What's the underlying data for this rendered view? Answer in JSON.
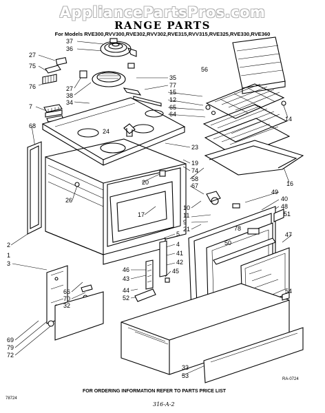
{
  "header": {
    "watermark": "AppliancePartsPros.com",
    "title": "RANGE PARTS",
    "models": "For Models RVE300,RVV300,RVE302,RVV302,RVE315,RVV315,RVE325,RVE330,RVE360"
  },
  "footer": {
    "order_note": "FOR ORDERING INFORMATION REFER TO PARTS PRICE LIST",
    "figure_code": "RA-0724",
    "corner_code": "78724",
    "handwritten": "316-A-2"
  },
  "callouts": [
    "37",
    "36",
    "27",
    "75",
    "76",
    "27",
    "38",
    "34",
    "7",
    "68",
    "35",
    "77",
    "15",
    "12",
    "65",
    "64",
    "14",
    "56",
    "24",
    "23",
    "19",
    "74",
    "58",
    "67",
    "16",
    "26",
    "20",
    "17",
    "10",
    "11",
    "9",
    "49",
    "40",
    "48",
    "51",
    "21",
    "78",
    "50",
    "47",
    "2",
    "5",
    "4",
    "1",
    "3",
    "46",
    "41",
    "42",
    "43",
    "45",
    "66",
    "70",
    "32",
    "44",
    "52",
    "54",
    "69",
    "79",
    "72",
    "33",
    "53"
  ]
}
